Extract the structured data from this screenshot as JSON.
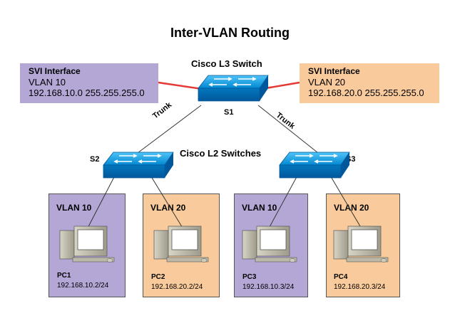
{
  "title": "Inter-VLAN Routing",
  "l3_label": "Cisco L3 Switch",
  "l2_label": "Cisco L2 Switches",
  "switches": {
    "s1": "S1",
    "s2": "S2",
    "s3": "S3"
  },
  "trunk_labels": [
    "Trunk",
    "Trunk"
  ],
  "svi_left": {
    "heading": "SVI Interface",
    "vlan": "VLAN 10",
    "address": "192.168.10.0 255.255.255.0",
    "color": "#b4a7d6"
  },
  "svi_right": {
    "heading": "SVI Interface",
    "vlan": "VLAN 20",
    "address": "192.168.20.0 255.255.255.0",
    "color": "#f9cb9c"
  },
  "pcs": [
    {
      "vlan": "VLAN 10",
      "name": "PC1",
      "ip": "192.168.10.2/24",
      "color": "#b4a7d6"
    },
    {
      "vlan": "VLAN 20",
      "name": "PC2",
      "ip": "192.168.20.2/24",
      "color": "#f9cb9c"
    },
    {
      "vlan": "VLAN 10",
      "name": "PC3",
      "ip": "192.168.10.3/24",
      "color": "#b4a7d6"
    },
    {
      "vlan": "VLAN 20",
      "name": "PC4",
      "ip": "192.168.20.3/24",
      "color": "#f9cb9c"
    }
  ]
}
